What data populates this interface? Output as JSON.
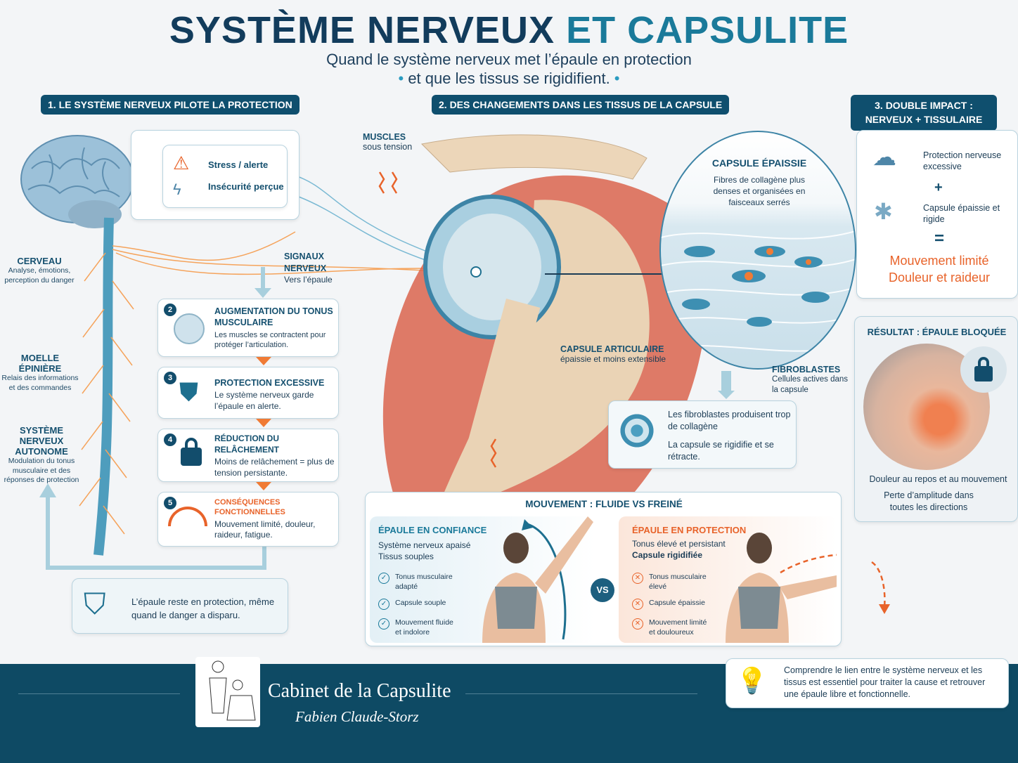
{
  "header": {
    "title_a": "SYSTÈME NERVEUX",
    "title_b": "ET CAPSULITE",
    "subtitle_1": "Quand le système nerveux met l’épaule en protection",
    "subtitle_2": "et que les tissus se rigidifient."
  },
  "section1": {
    "label": "1. LE SYSTÈME NERVEUX PILOTE LA PROTECTION",
    "triggers": [
      "Stress / alerte",
      "Insécurité perçue"
    ],
    "brain": {
      "title": "CERVEAU",
      "text": "Analyse, émotions, perception du danger"
    },
    "spine": {
      "title": "MOELLE ÉPINIÈRE",
      "text": "Relais des informations et des commandes"
    },
    "autonomic": {
      "title": "SYSTÈME NERVEUX AUTONOME",
      "text": "Modulation du tonus musculaire et des réponses de protection"
    },
    "signals": {
      "title": "SIGNAUX NERVEUX",
      "text": "Vers l’épaule"
    },
    "steps": [
      {
        "num": "2",
        "title": "AUGMENTATION DU TONUS MUSCULAIRE",
        "text": "Les muscles se contractent pour protéger l’articulation."
      },
      {
        "num": "3",
        "title": "PROTECTION EXCESSIVE",
        "text": "Le système nerveux garde l’épaule en alerte."
      },
      {
        "num": "4",
        "title": "RÉDUCTION DU RELÂCHEMENT",
        "text": "Moins de relâchement = plus de tension persistante."
      },
      {
        "num": "5",
        "title": "CONSÉQUENCES FONCTIONNELLES",
        "text": "Mouvement limité, douleur, raideur, fatigue."
      }
    ],
    "loop_note": "L’épaule reste en protection, même quand le danger a disparu."
  },
  "section2": {
    "label": "2. DES CHANGEMENTS DANS LES TISSUS DE LA CAPSULE",
    "muscles": {
      "title": "MUSCLES",
      "text": "sous tension"
    },
    "capsule_thick": {
      "title": "CAPSULE ÉPAISSIE",
      "text": "Fibres de collagène plus denses et organisées en faisceaux serrés"
    },
    "capsule_joint": {
      "title": "CAPSULE ARTICULAIRE",
      "text": "épaissie et moins extensible"
    },
    "fibroblasts": {
      "title": "FIBROBLASTES",
      "text": "Cellules actives dans la capsule"
    },
    "fibro_box": {
      "line1": "Les fibroblastes produisent trop de collagène",
      "line2": "La capsule se rigidifie et se rétracte."
    }
  },
  "section3": {
    "label": "3. DOUBLE IMPACT : NERVEUX + TISSULAIRE",
    "item1": "Protection nerveuse excessive",
    "plus": "+",
    "item2": "Capsule épaissie et rigide",
    "equals": "=",
    "result_1": "Mouvement limité",
    "result_2": "Douleur et raideur"
  },
  "result": {
    "title": "RÉSULTAT : ÉPAULE BLOQUÉE",
    "text1": "Douleur au repos et au mouvement",
    "text2": "Perte d’amplitude dans toutes les directions"
  },
  "movement": {
    "title": "MOUVEMENT : FLUIDE VS FREINÉ",
    "vs": "VS",
    "good": {
      "title": "ÉPAULE EN CONFIANCE",
      "l1": "Système nerveux apaisé",
      "l2": "Tissus souples",
      "items": [
        "Tonus musculaire adapté",
        "Capsule souple",
        "Mouvement fluide et indolore"
      ]
    },
    "bad": {
      "title": "ÉPAULE EN PROTECTION",
      "l1": "Tonus élevé et persistant",
      "l2": "Capsule rigidifiée",
      "items": [
        "Tonus musculaire élevé",
        "Capsule épaissie",
        "Mouvement limité et douloureux"
      ]
    }
  },
  "footer": {
    "brand": "Cabinet de la Capsulite",
    "author": "Fabien Claude-Storz",
    "tip": "Comprendre le lien entre le système nerveux et les tissus est essentiel pour traiter la cause et retrouver une épaule libre et fonctionnelle."
  },
  "colors": {
    "navy": "#123c5c",
    "teal": "#1a7a9a",
    "orange": "#e8632a",
    "footer": "#0e4a64"
  }
}
